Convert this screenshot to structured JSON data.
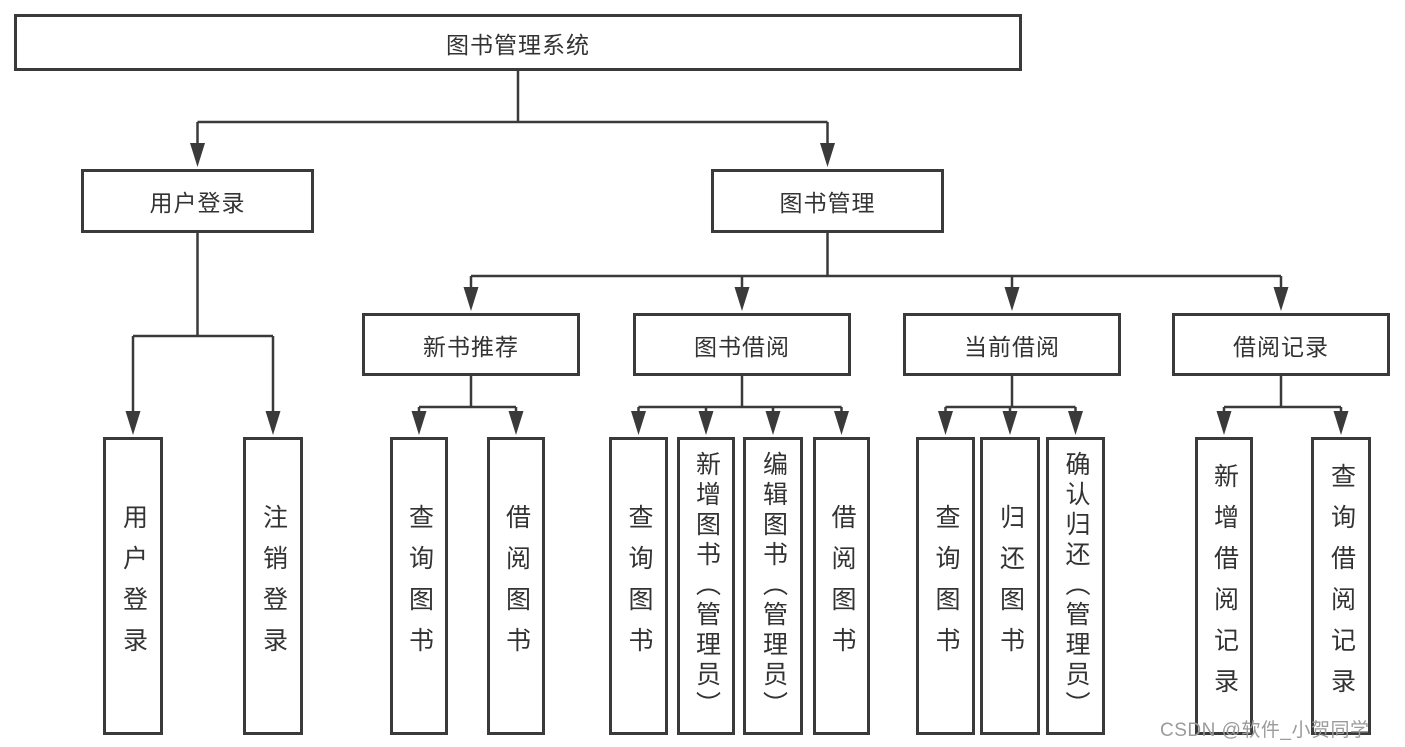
{
  "watermark": {
    "text": "CSDN @软件_小贺同学"
  },
  "colors": {
    "line": "#3a3a3a",
    "box_border": "#3a3a3a",
    "text": "#333333",
    "background": "#ffffff",
    "watermark": "#9b9b9b"
  },
  "tree": {
    "root": {
      "label": "图书管理系统"
    },
    "branches": [
      {
        "label": "用户登录",
        "children": [
          {
            "label": "用户登录"
          },
          {
            "label": "注销登录"
          }
        ]
      },
      {
        "label": "图书管理",
        "children": [
          {
            "label": "新书推荐",
            "children": [
              {
                "label": "查询图书"
              },
              {
                "label": "借阅图书"
              }
            ]
          },
          {
            "label": "图书借阅",
            "children": [
              {
                "label": "查询图书"
              },
              {
                "label": "新增图书（管理员）"
              },
              {
                "label": "编辑图书（管理员）"
              },
              {
                "label": "借阅图书"
              }
            ]
          },
          {
            "label": "当前借阅",
            "children": [
              {
                "label": "查询图书"
              },
              {
                "label": "归还图书"
              },
              {
                "label": "确认归还（管理员）"
              }
            ]
          },
          {
            "label": "借阅记录",
            "children": [
              {
                "label": "新增借阅记录"
              },
              {
                "label": "查询借阅记录"
              }
            ]
          }
        ]
      }
    ]
  }
}
